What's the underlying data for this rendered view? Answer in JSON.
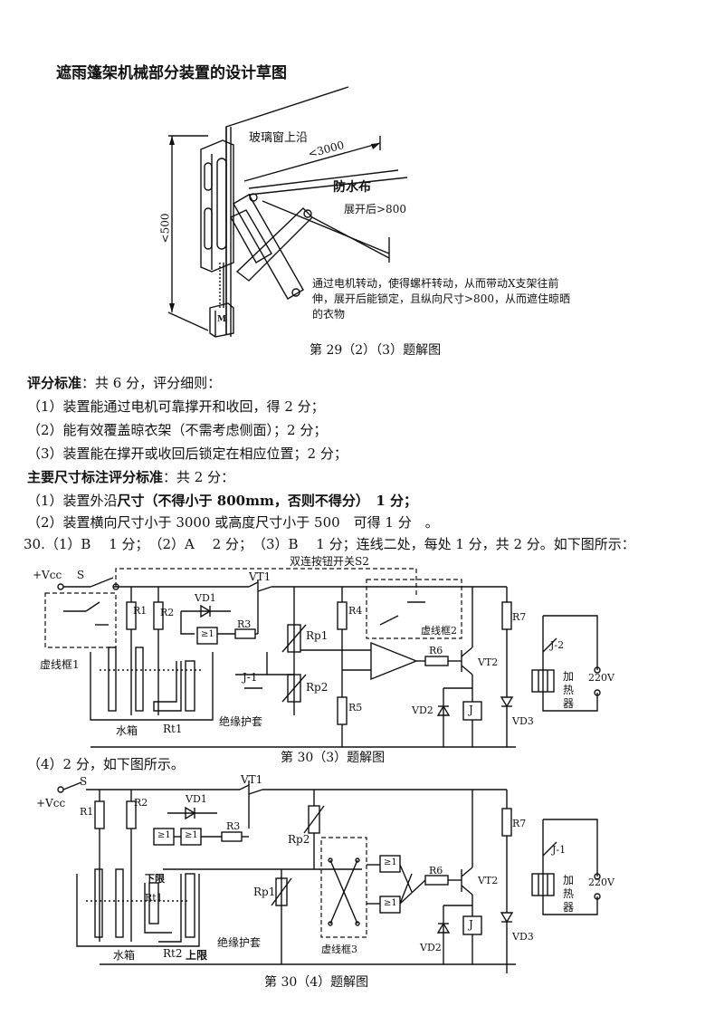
{
  "header": {
    "title": "遮雨篷架机械部分装置的设计草图"
  },
  "fig29": {
    "label_glass": "玻璃窗上沿",
    "dim_3000": "<3000",
    "label_cloth": "防水布",
    "dim_open": "展开后>800",
    "dim_500": "<500",
    "motor": "M",
    "note_lines": [
      "通过电机转动，使得螺杆转动，从而带动X支架往前",
      "伸，展开后能锁定，且纵向尺寸>800，从而遮住晾晒",
      "的衣物"
    ],
    "caption": "第 29（2）（3）题解图"
  },
  "scoring": {
    "l1_bold": "评分标准",
    "l1_rest": "：共 6 分，评分细则：",
    "l2": "（1）装置能通过电机可靠撑开和收回，得 2 分；",
    "l3": "（2）能有效覆盖晾衣架（不需考虑侧面）；2 分；",
    "l4": "（3）装置能在撑开或收回后锁定在相应位置；2 分；",
    "l5_bold": "主要尺寸标注评分标准",
    "l5_rest": "：共 2 分：",
    "l6_a": "（1）装置外沿",
    "l6_b": "尺寸（不得小于 800mm，否则不得分）　1 分；",
    "l7": "（2）装置横向尺寸小于 3000 或高度尺寸小于 500　可得 1 分　。",
    "l8": "30.（1）B　 1 分；　（2）A　 2 分；　（3）B　 1 分；连线二处，每处 1 分，共 2 分。如下图所示："
  },
  "circuit1": {
    "vcc": "+Vcc",
    "s": "S",
    "s2": "双连按钮开关S2",
    "vt1": "VT1",
    "r1": "R1",
    "r2": "R2",
    "vd1": "VD1",
    "r3": "R3",
    "ge1": "≥1",
    "rp1": "Rp1",
    "rp2": "Rp2",
    "r4": "R4",
    "r5": "R5",
    "r6": "R6",
    "r7": "R7",
    "vt2": "VT2",
    "vd2": "VD2",
    "vd3": "VD3",
    "j": "J",
    "j1": "J-1",
    "j2": "J-2",
    "box1": "虚线框1",
    "box2": "虚线框2",
    "tank": "水箱",
    "rt1": "Rt1",
    "sleeve": "绝缘护套",
    "heater": [
      "加",
      "热",
      "器"
    ],
    "v220": "220V",
    "caption": "第 30（3）题解图"
  },
  "line9": "（4）2 分，如下图所示。",
  "circuit2": {
    "vcc": "+Vcc",
    "s": "S",
    "vt1": "VT1",
    "r1": "R1",
    "r2": "R2",
    "vd1": "VD1",
    "r3": "R3",
    "ge1": "≥1",
    "rp1": "Rp1",
    "rp2": "Rp2",
    "r6": "R6",
    "r7": "R7",
    "vt2": "VT2",
    "vd2": "VD2",
    "vd3": "VD3",
    "j": "J",
    "j1": "J-1",
    "lower": "下限",
    "upper": "上限",
    "rt1": "Rt1",
    "rt2": "Rt2",
    "tank": "水箱",
    "sleeve": "绝缘护套",
    "box3": "虚线框3",
    "heater": [
      "加",
      "热",
      "器"
    ],
    "v220": "220V",
    "caption": "第 30（4）题解图"
  }
}
